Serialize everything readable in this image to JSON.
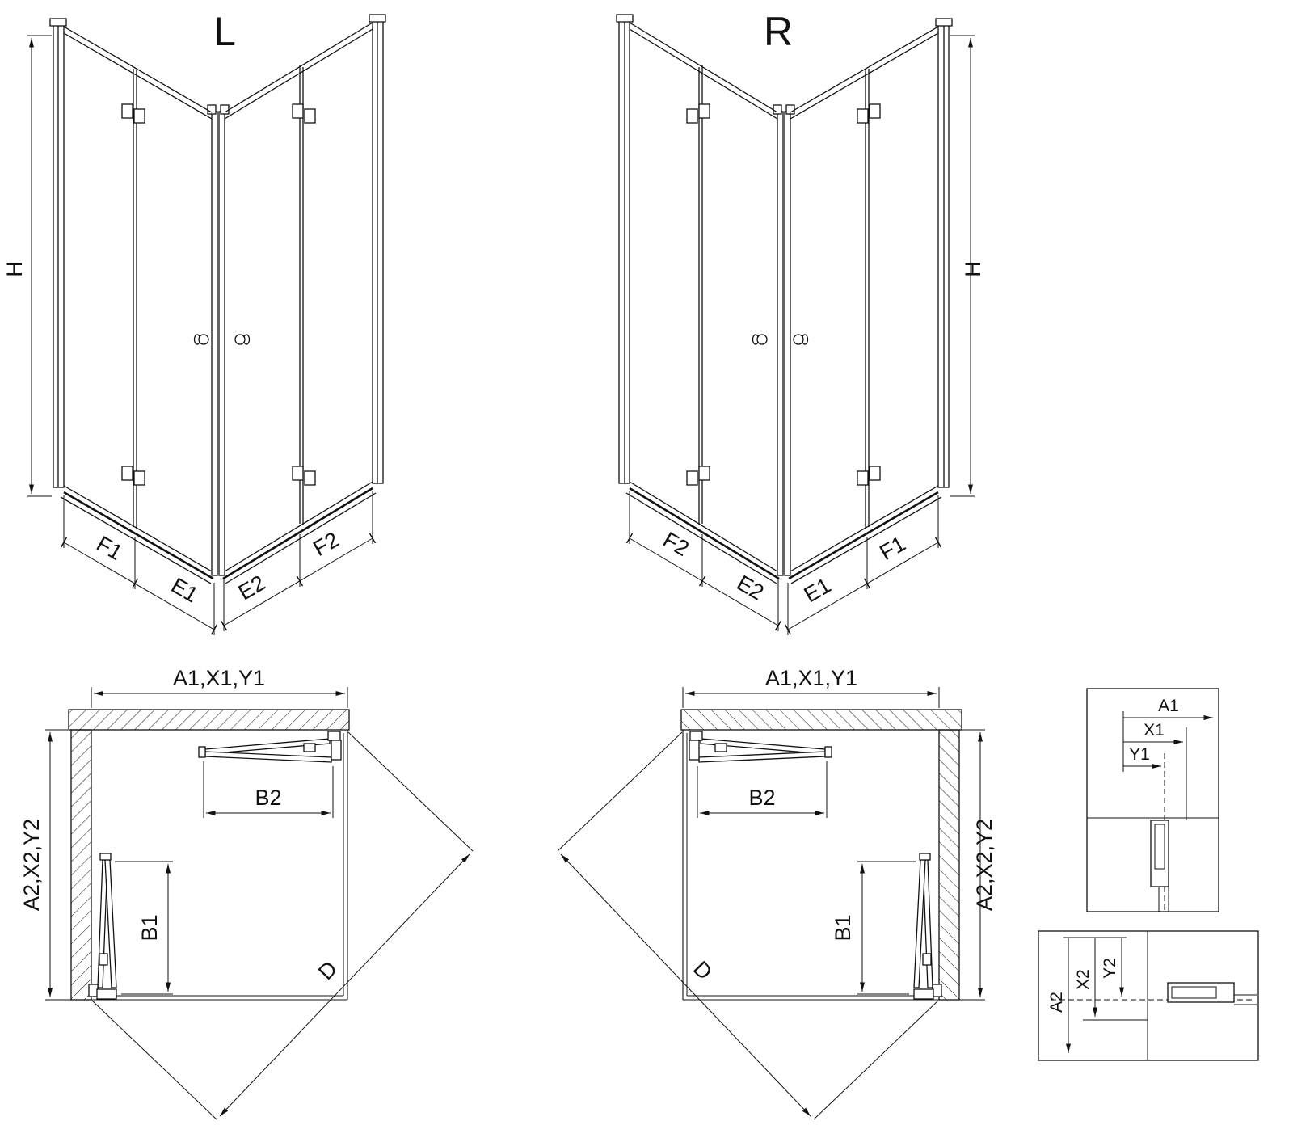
{
  "colors": {
    "line": "#111111",
    "background": "#ffffff"
  },
  "iso_left": {
    "title": "L",
    "h": "H",
    "f1": "F1",
    "e1": "E1",
    "e2": "E2",
    "f2": "F2"
  },
  "iso_right": {
    "title": "R",
    "h": "H",
    "f1": "F1",
    "e1": "E1",
    "e2": "E2",
    "f2": "F2"
  },
  "plan_left": {
    "width": "A1,X1,Y1",
    "depth": "A2,X2,Y2",
    "b1": "B1",
    "b2": "B2",
    "d": "D"
  },
  "plan_right": {
    "width": "A1,X1,Y1",
    "depth": "A2,X2,Y2",
    "b1": "B1",
    "b2": "B2",
    "d": "D"
  },
  "detail_top": {
    "a1": "A1",
    "x1": "X1",
    "y1": "Y1"
  },
  "detail_bottom": {
    "a2": "A2",
    "x2": "X2",
    "y2": "Y2"
  }
}
